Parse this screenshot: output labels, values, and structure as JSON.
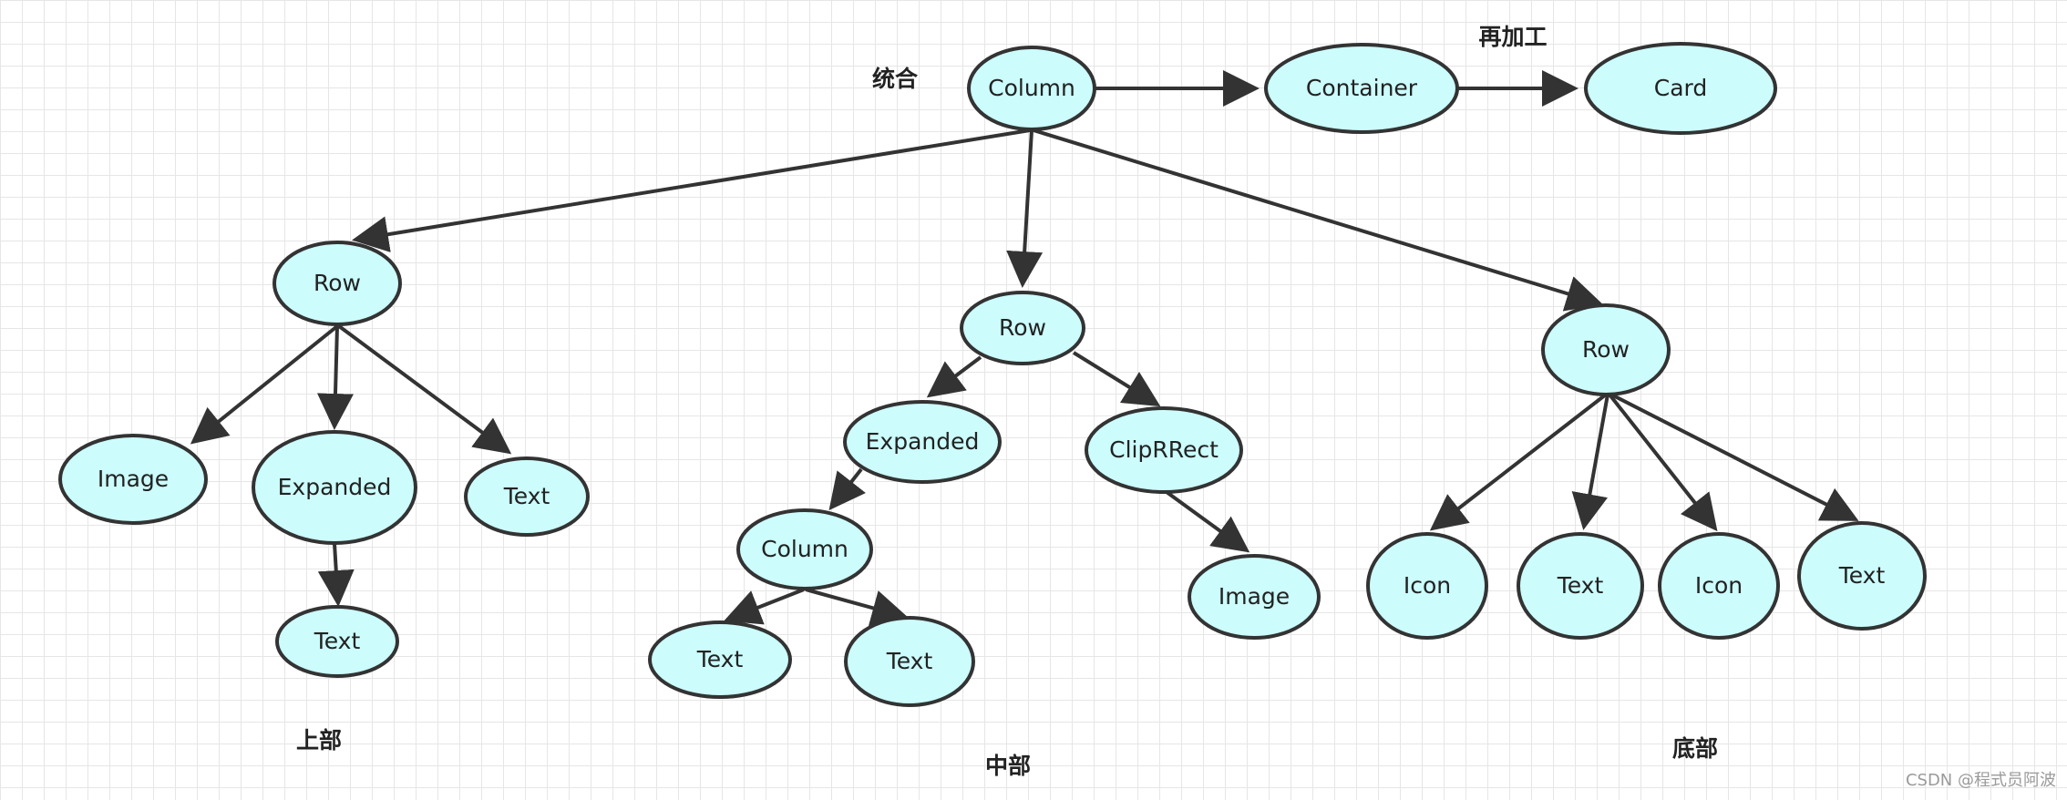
{
  "labels": {
    "combine": "统合",
    "reprocess": "再加工",
    "top": "上部",
    "middle": "中部",
    "bottom": "底部"
  },
  "nodes": {
    "column_root": "Column",
    "container": "Container",
    "card": "Card",
    "row_top": "Row",
    "image_top": "Image",
    "expanded_top": "Expanded",
    "text_top_right": "Text",
    "text_top_under_expanded": "Text",
    "row_middle": "Row",
    "expanded_middle": "Expanded",
    "cliprrect_middle": "ClipRRect",
    "column_middle": "Column",
    "image_middle": "Image",
    "text_middle_1": "Text",
    "text_middle_2": "Text",
    "row_bottom": "Row",
    "icon_bottom_1": "Icon",
    "text_bottom_1": "Text",
    "icon_bottom_2": "Icon",
    "text_bottom_2": "Text"
  },
  "watermark": "CSDN @程式员阿波",
  "colors": {
    "node_fill": "#ccfcfc",
    "node_stroke": "#333333",
    "edge": "#333333"
  }
}
